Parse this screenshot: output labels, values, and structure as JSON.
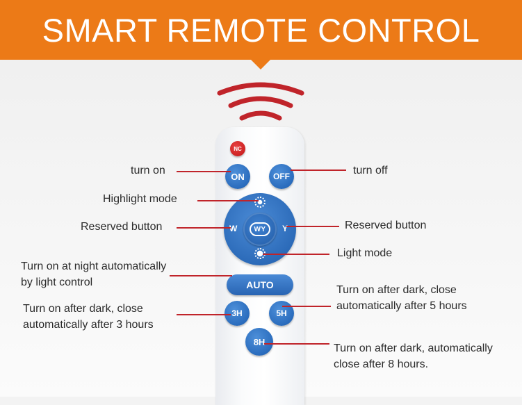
{
  "banner": {
    "title": "SMART REMOTE CONTROL",
    "color": "#ec7a17"
  },
  "remote": {
    "buttons": {
      "nc": "NC",
      "on": "ON",
      "off": "OFF",
      "dial_left": "W",
      "dial_right": "Y",
      "dial_center": "WY",
      "auto": "AUTO",
      "h3": "3H",
      "h5": "5H",
      "h8": "8H"
    },
    "button_color": "#2a6cbd",
    "nc_color": "#c91f1f"
  },
  "labels": {
    "turn_on": "turn on",
    "turn_off": "turn off",
    "highlight_mode": "Highlight mode",
    "reserved_left": "Reserved button",
    "reserved_right": "Reserved button",
    "light_mode": "Light mode",
    "auto_line1": "Turn on at night automatically",
    "auto_line2": "by light control",
    "h3_line1": "Turn on after dark, close",
    "h3_line2": "automatically after 3 hours",
    "h5_line1": "Turn on after dark, close",
    "h5_line2": "automatically after 5 hours",
    "h8_line1": "Turn on after dark, automatically",
    "h8_line2": "close after 8 hours.",
    "line_color": "#c0242a"
  }
}
